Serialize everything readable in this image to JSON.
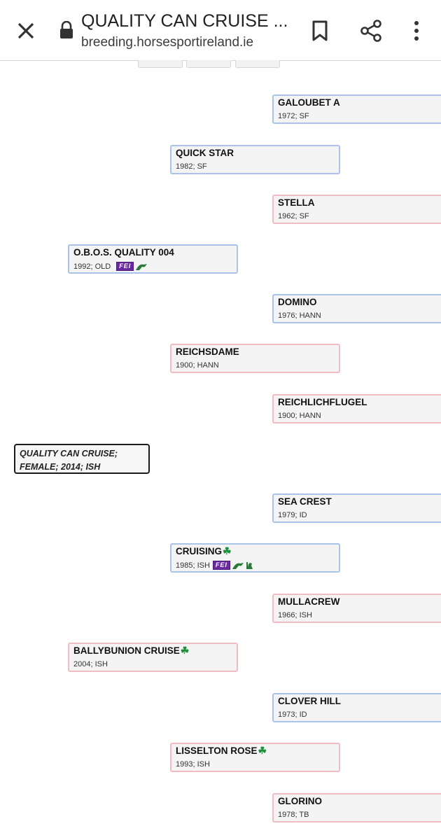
{
  "browser": {
    "title": "QUALITY CAN CRUISE ...",
    "url": "breeding.horsesportireland.ie",
    "icons": [
      "close-icon",
      "lock-icon",
      "bookmark-icon",
      "share-icon",
      "menu-icon"
    ]
  },
  "subject": {
    "line1": "QUALITY CAN CRUISE;",
    "line2": "FEMALE; 2014; ISH"
  },
  "pedigree": {
    "galoubet": {
      "name": "GALOUBET A",
      "details": "1972; SF"
    },
    "quick_star": {
      "name": "QUICK STAR",
      "details": "1982; SF"
    },
    "stella": {
      "name": "STELLA",
      "details": "1962; SF"
    },
    "obos": {
      "name": "O.B.O.S. QUALITY 004",
      "details": "1992; OLD",
      "badge": "FEI"
    },
    "domino": {
      "name": "DOMINO",
      "details": "1976; HANN"
    },
    "reichsdame": {
      "name": "REICHSDAME",
      "details": "1900; HANN"
    },
    "reichlichflugel": {
      "name": "REICHLICHFLUGEL",
      "details": "1900; HANN"
    },
    "sea_crest": {
      "name": "SEA CREST",
      "details": "1979; ID"
    },
    "cruising": {
      "name": "CRUISING",
      "details": "1985; ISH",
      "badge": "FEI"
    },
    "mullacrew": {
      "name": "MULLACREW",
      "details": "1966; ISH"
    },
    "ballybunion": {
      "name": "BALLYBUNION CRUISE",
      "details": "2004; ISH"
    },
    "clover_hill": {
      "name": "CLOVER HILL",
      "details": "1973; ID"
    },
    "lisselton": {
      "name": "LISSELTON ROSE",
      "details": "1993; ISH"
    },
    "glorino": {
      "name": "GLORINO",
      "details": "1978; TB"
    }
  },
  "colors": {
    "male_border": "#a9c4e6",
    "female_border": "#f0bcc4",
    "fei_purple": "#6b2aa0",
    "clover_green": "#1e8f3a"
  }
}
